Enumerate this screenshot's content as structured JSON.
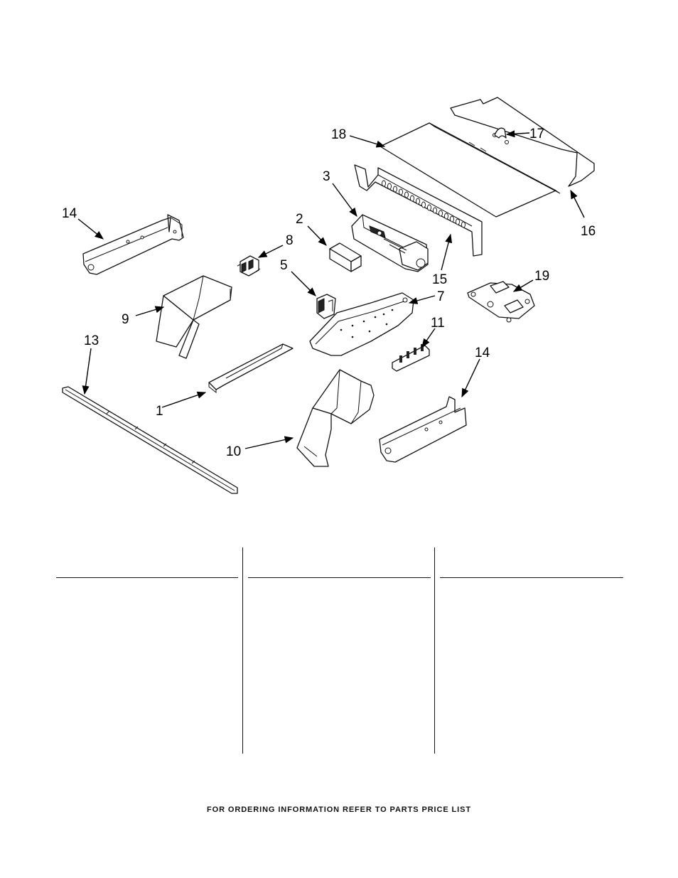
{
  "callouts": {
    "c1": "1",
    "c2": "2",
    "c3": "3",
    "c5": "5",
    "c7": "7",
    "c8": "8",
    "c9": "9",
    "c10": "10",
    "c11": "11",
    "c13": "13",
    "c14a": "14",
    "c14b": "14",
    "c15": "15",
    "c16": "16",
    "c17": "17",
    "c18": "18",
    "c19": "19"
  },
  "footer": "FOR ORDERING INFORMATION REFER TO PARTS PRICE LIST"
}
